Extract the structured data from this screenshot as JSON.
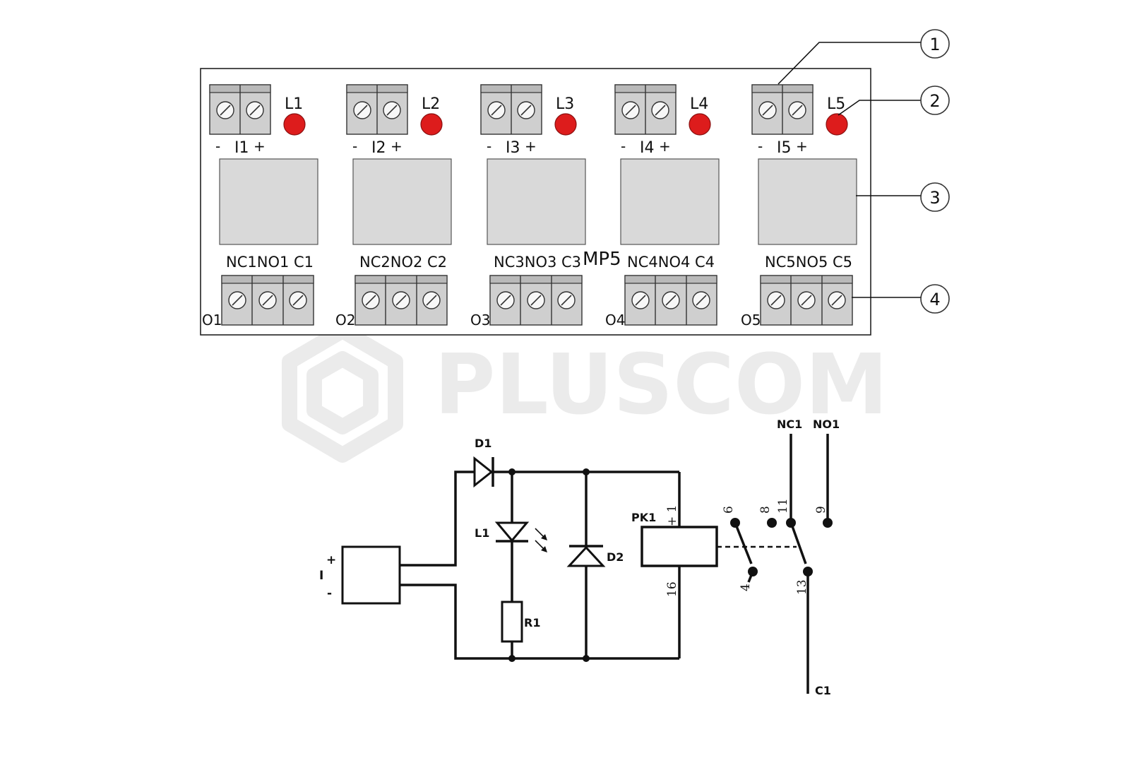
{
  "board": {
    "name": "MP5",
    "channels": [
      {
        "led": "L1",
        "input": "I1",
        "contacts": "NC1NO1 C1",
        "output": "O1"
      },
      {
        "led": "L2",
        "input": "I2",
        "contacts": "NC2NO2 C2",
        "output": "O2"
      },
      {
        "led": "L3",
        "input": "I3",
        "contacts": "NC3NO3 C3",
        "output": "O3"
      },
      {
        "led": "L4",
        "input": "I4",
        "contacts": "NC4NO4 C4",
        "output": "O4"
      },
      {
        "led": "L5",
        "input": "I5",
        "contacts": "NC5NO5 C5",
        "output": "O5"
      }
    ],
    "input_minus": "-",
    "input_plus": "+",
    "callouts": [
      "1",
      "2",
      "3",
      "4"
    ],
    "led_color": "#dd1c1c"
  },
  "watermark": "PLUSCOM",
  "schematic": {
    "input_label": "I",
    "input_plus": "+",
    "input_minus": "-",
    "diode1": "D1",
    "led": "L1",
    "resistor": "R1",
    "diode2": "D2",
    "relay": "PK1",
    "coil_pin_plus": "+ 1",
    "coil_pin_minus": "16",
    "contact_pins": [
      "6",
      "8",
      "11",
      "9",
      "4",
      "13"
    ],
    "nc_label": "NC1",
    "no_label": "NO1",
    "common_label": "C1"
  }
}
